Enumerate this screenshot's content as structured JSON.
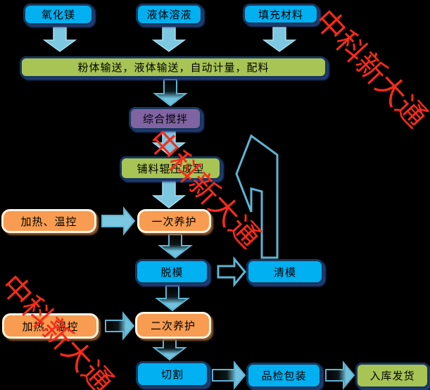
{
  "diagram_title": "",
  "nodes": {
    "oxide": {
      "label": "氧化镁"
    },
    "liquid": {
      "label": "液体溶液"
    },
    "filler": {
      "label": "填充材料"
    },
    "conveyor": {
      "label": "粉体输送，液体输送，自动计量，配料"
    },
    "mixing": {
      "label": "综合搅拌"
    },
    "forming": {
      "label": "铺料辊压成型"
    },
    "heating1": {
      "label": "加热、温控"
    },
    "curing1": {
      "label": "一次养护"
    },
    "demold": {
      "label": "脱模"
    },
    "moldclean": {
      "label": "清模"
    },
    "heating2": {
      "label": "加热、温控"
    },
    "curing2": {
      "label": "二次养护"
    },
    "cutting": {
      "label": "切割"
    },
    "inspect": {
      "label": "品检包装"
    },
    "shipping": {
      "label": "入库发货"
    }
  },
  "watermarks": [
    {
      "text": "中科新大通"
    },
    {
      "text": "中科新大通"
    },
    {
      "text": "中科新大通"
    }
  ],
  "colors": {
    "background": "#000000",
    "box_blue": "#00b0f0",
    "box_green": "#a8c455",
    "box_purple": "#8064a2",
    "box_orange": "#f79c50",
    "box_border_navy": "#17375e",
    "box_border_cream": "#fdf3e2",
    "arrow_cyan": "#7cc8e0",
    "arrow_outline": "#5fb4d2",
    "watermark_red": "#f82b1b",
    "text": "#000000"
  }
}
